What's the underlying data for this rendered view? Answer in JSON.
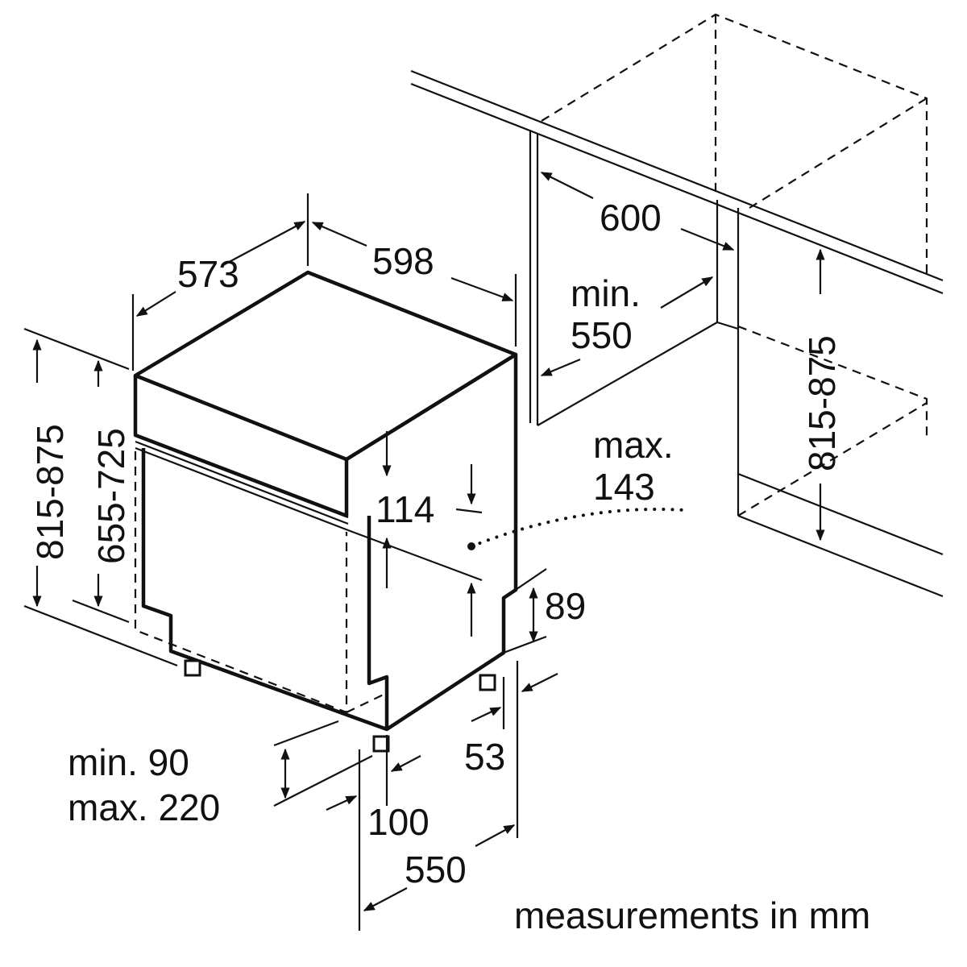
{
  "labels": {
    "d573": "573",
    "d598": "598",
    "d600": "600",
    "min_label": "min.",
    "d550_top": "550",
    "height_outer": "815-875",
    "height_inner": "655-725",
    "height_right": "815-875",
    "max_label": "max.",
    "d143": "143",
    "d114": "114",
    "d89": "89",
    "d53": "53",
    "min90": "min. 90",
    "max220": "max. 220",
    "d100": "100",
    "d550_bottom": "550",
    "units_note": "measurements in mm"
  }
}
